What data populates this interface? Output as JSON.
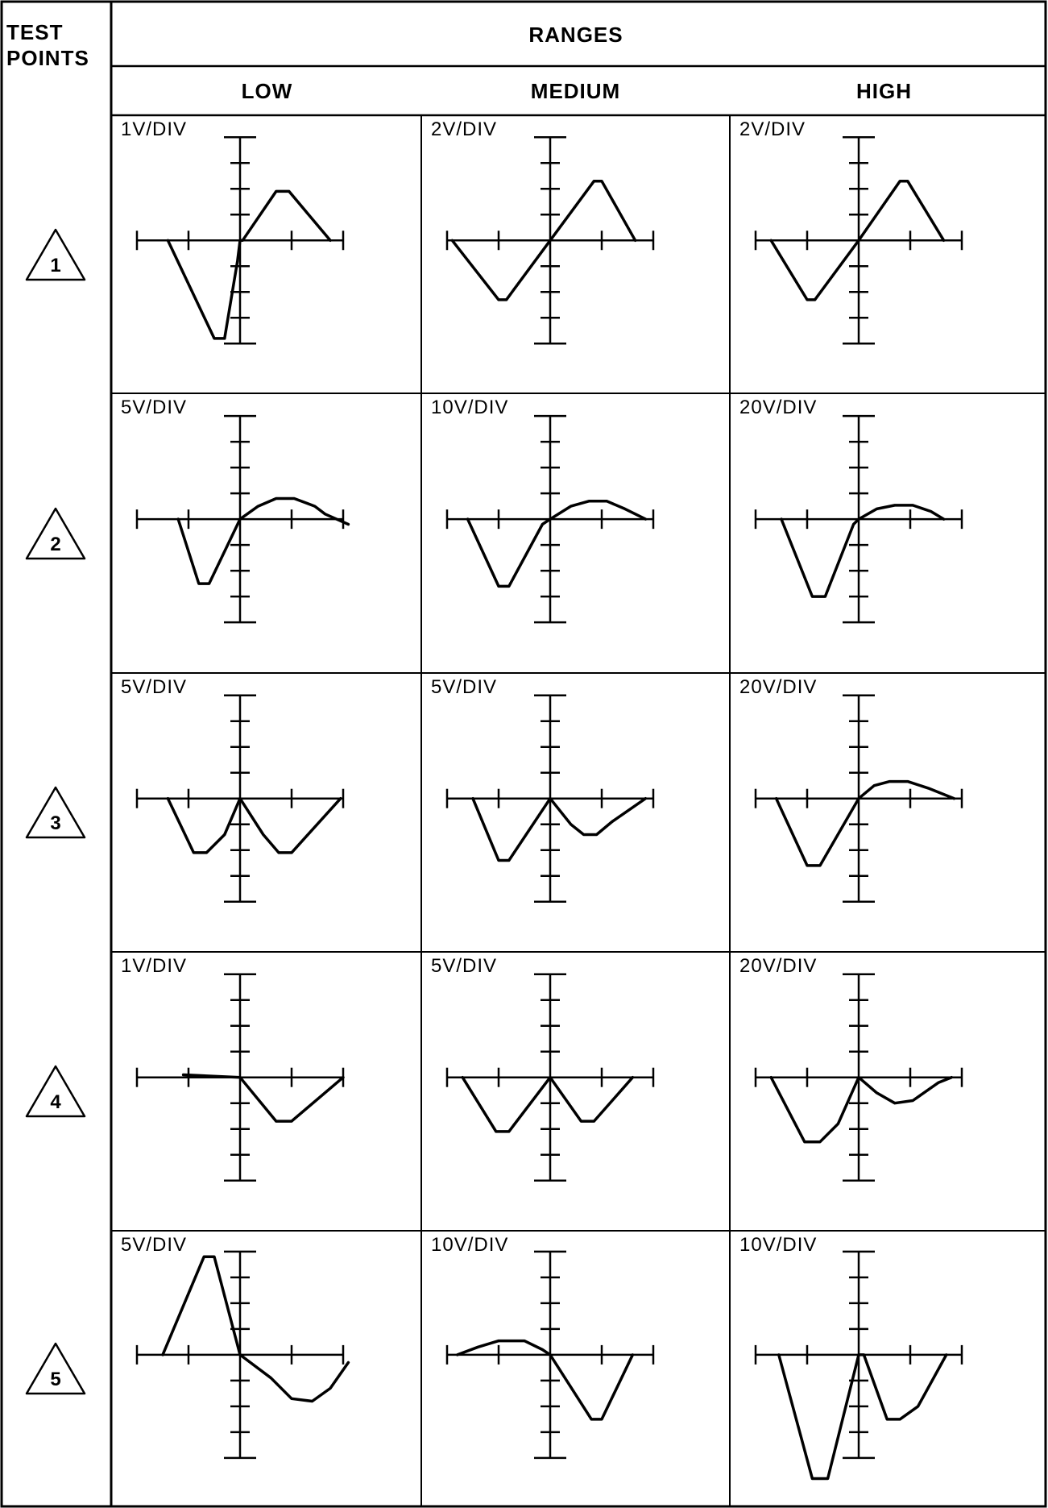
{
  "header": {
    "test_points_line1": "TEST",
    "test_points_line2": "POINTS",
    "ranges": "RANGES",
    "ranges_columns": [
      "LOW",
      "MEDIUM",
      "HIGH"
    ]
  },
  "test_points": [
    "1",
    "2",
    "3",
    "4",
    "5"
  ],
  "volts_per_div": [
    [
      "1V/DIV",
      "2V/DIV",
      "2V/DIV"
    ],
    [
      "5V/DIV",
      "10V/DIV",
      "20V/DIV"
    ],
    [
      "5V/DIV",
      "5V/DIV",
      "20V/DIV"
    ],
    [
      "1V/DIV",
      "5V/DIV",
      "20V/DIV"
    ],
    [
      "5V/DIV",
      "10V/DIV",
      "10V/DIV"
    ]
  ],
  "colors": {
    "ink": "#000000",
    "paper": "#ffffff"
  }
}
